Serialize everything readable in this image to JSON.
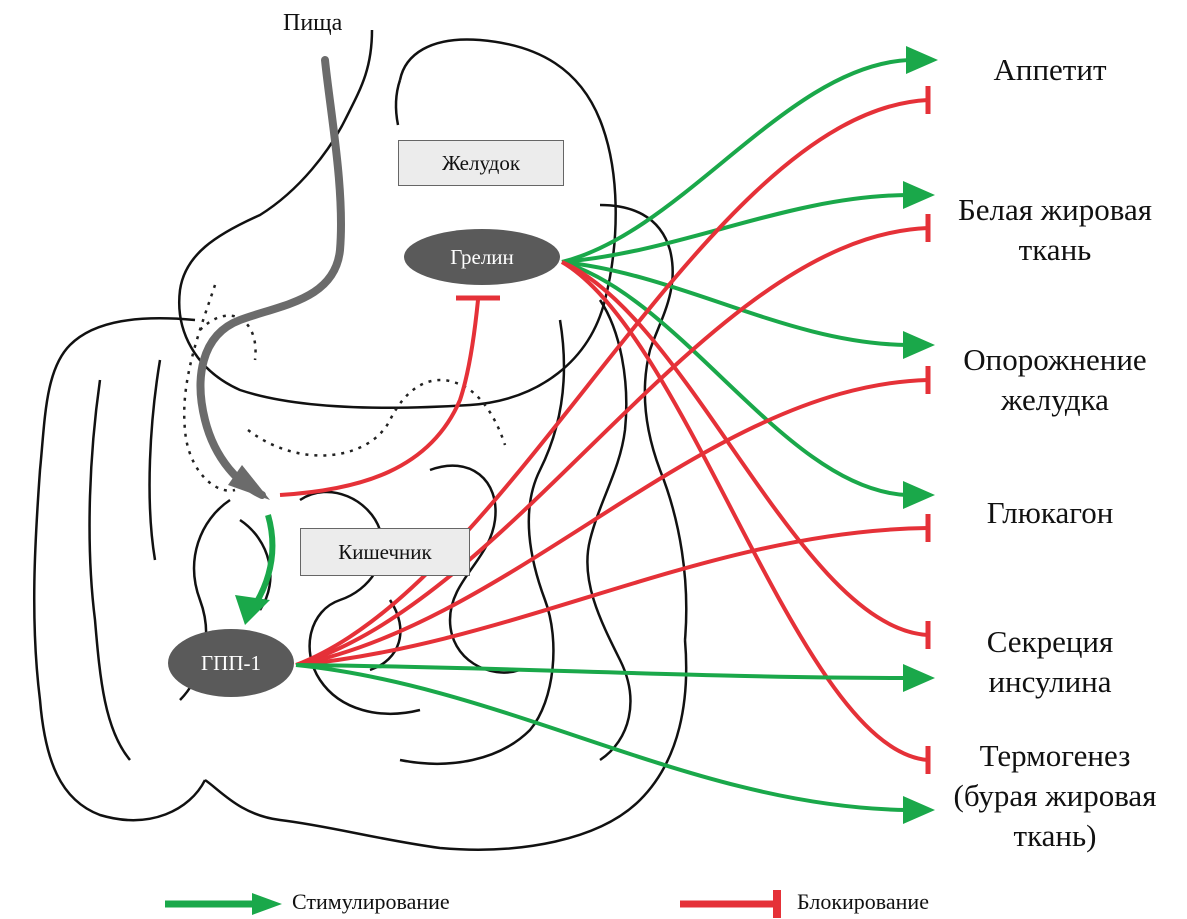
{
  "labels": {
    "food": "Пища",
    "stomach": "Желудок",
    "intestine": "Кишечник",
    "ghrelin": "Грелин",
    "glp1": "ГПП-1"
  },
  "targets": [
    {
      "text": "Аппетит"
    },
    {
      "text": "Белая жировая\nткань"
    },
    {
      "text": "Опорожнение\nжелудка"
    },
    {
      "text": "Глюкагон"
    },
    {
      "text": "Секреция\nинсулина"
    },
    {
      "text": "Термогенез\n(бурая жировая\nткань)"
    }
  ],
  "legend": {
    "stimulate": "Стимулирование",
    "block": "Блокирование"
  },
  "colors": {
    "stimulate": "#1aa84a",
    "block": "#e53138",
    "hormone": "#5a5a5a",
    "food_path": "#6b6b6b"
  },
  "effects": {
    "ghrelin": [
      "stimulate",
      "stimulate",
      "stimulate",
      "stimulate",
      "block",
      "block"
    ],
    "glp1": [
      "block",
      "block",
      "block",
      "block",
      "stimulate",
      "stimulate"
    ],
    "glp1_on_ghrelin": "block"
  }
}
